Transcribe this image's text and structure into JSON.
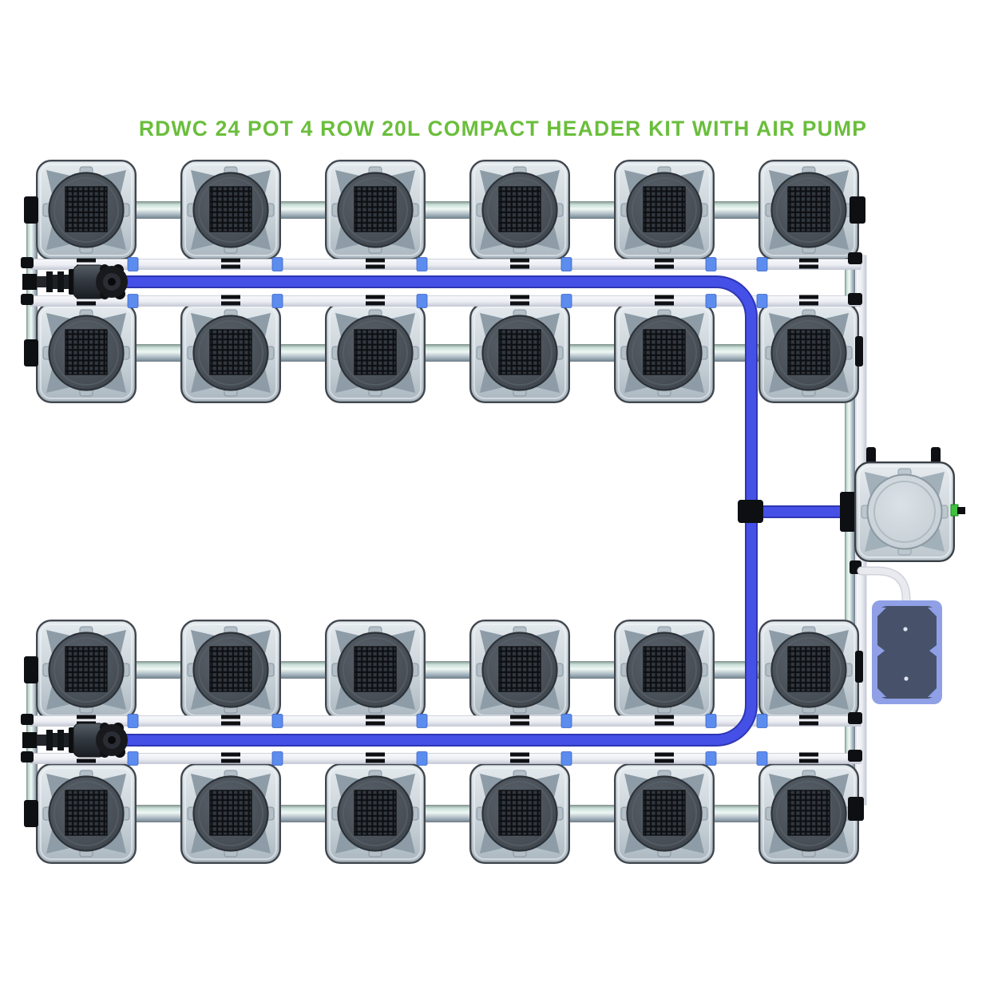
{
  "title": {
    "text": "RDWC 24 POT 4 ROW 20L COMPACT HEADER KIT WITH AIR PUMP"
  },
  "system": {
    "kit_name": "RDWC 24 POT 4 ROW 20L COMPACT HEADER KIT WITH AIR PUMP",
    "pot_count": 24,
    "row_count": 4,
    "pots_per_row": 6,
    "pot_volume": "20L",
    "components": {
      "pot": "20L pot with mesh lid",
      "water_pump": "inline water pump",
      "header_tank": "compact header tank",
      "air_pump": "air pump",
      "delivery_pipe": "blue delivery pipe",
      "interconnect_pipe": "pot interconnect pipe",
      "header_pipe": "white header pipe",
      "air_line": "air line tube"
    }
  },
  "colors": {
    "green": "#6abe3c",
    "pipe_blue": "#4450e6",
    "pipe_blue_dark": "#2e36b4",
    "connector_blue": "#5b8cee",
    "pipe_white": "#eef0f5",
    "pot_lid": "#4b5158",
    "mesh_black": "#101214",
    "fitting_black": "#0d0f12",
    "air_pump_border": "#8fa0e6",
    "air_pump_body": "#47516a",
    "air_fitting_green": "#3cc23c",
    "tube_white": "#e9eaef"
  }
}
